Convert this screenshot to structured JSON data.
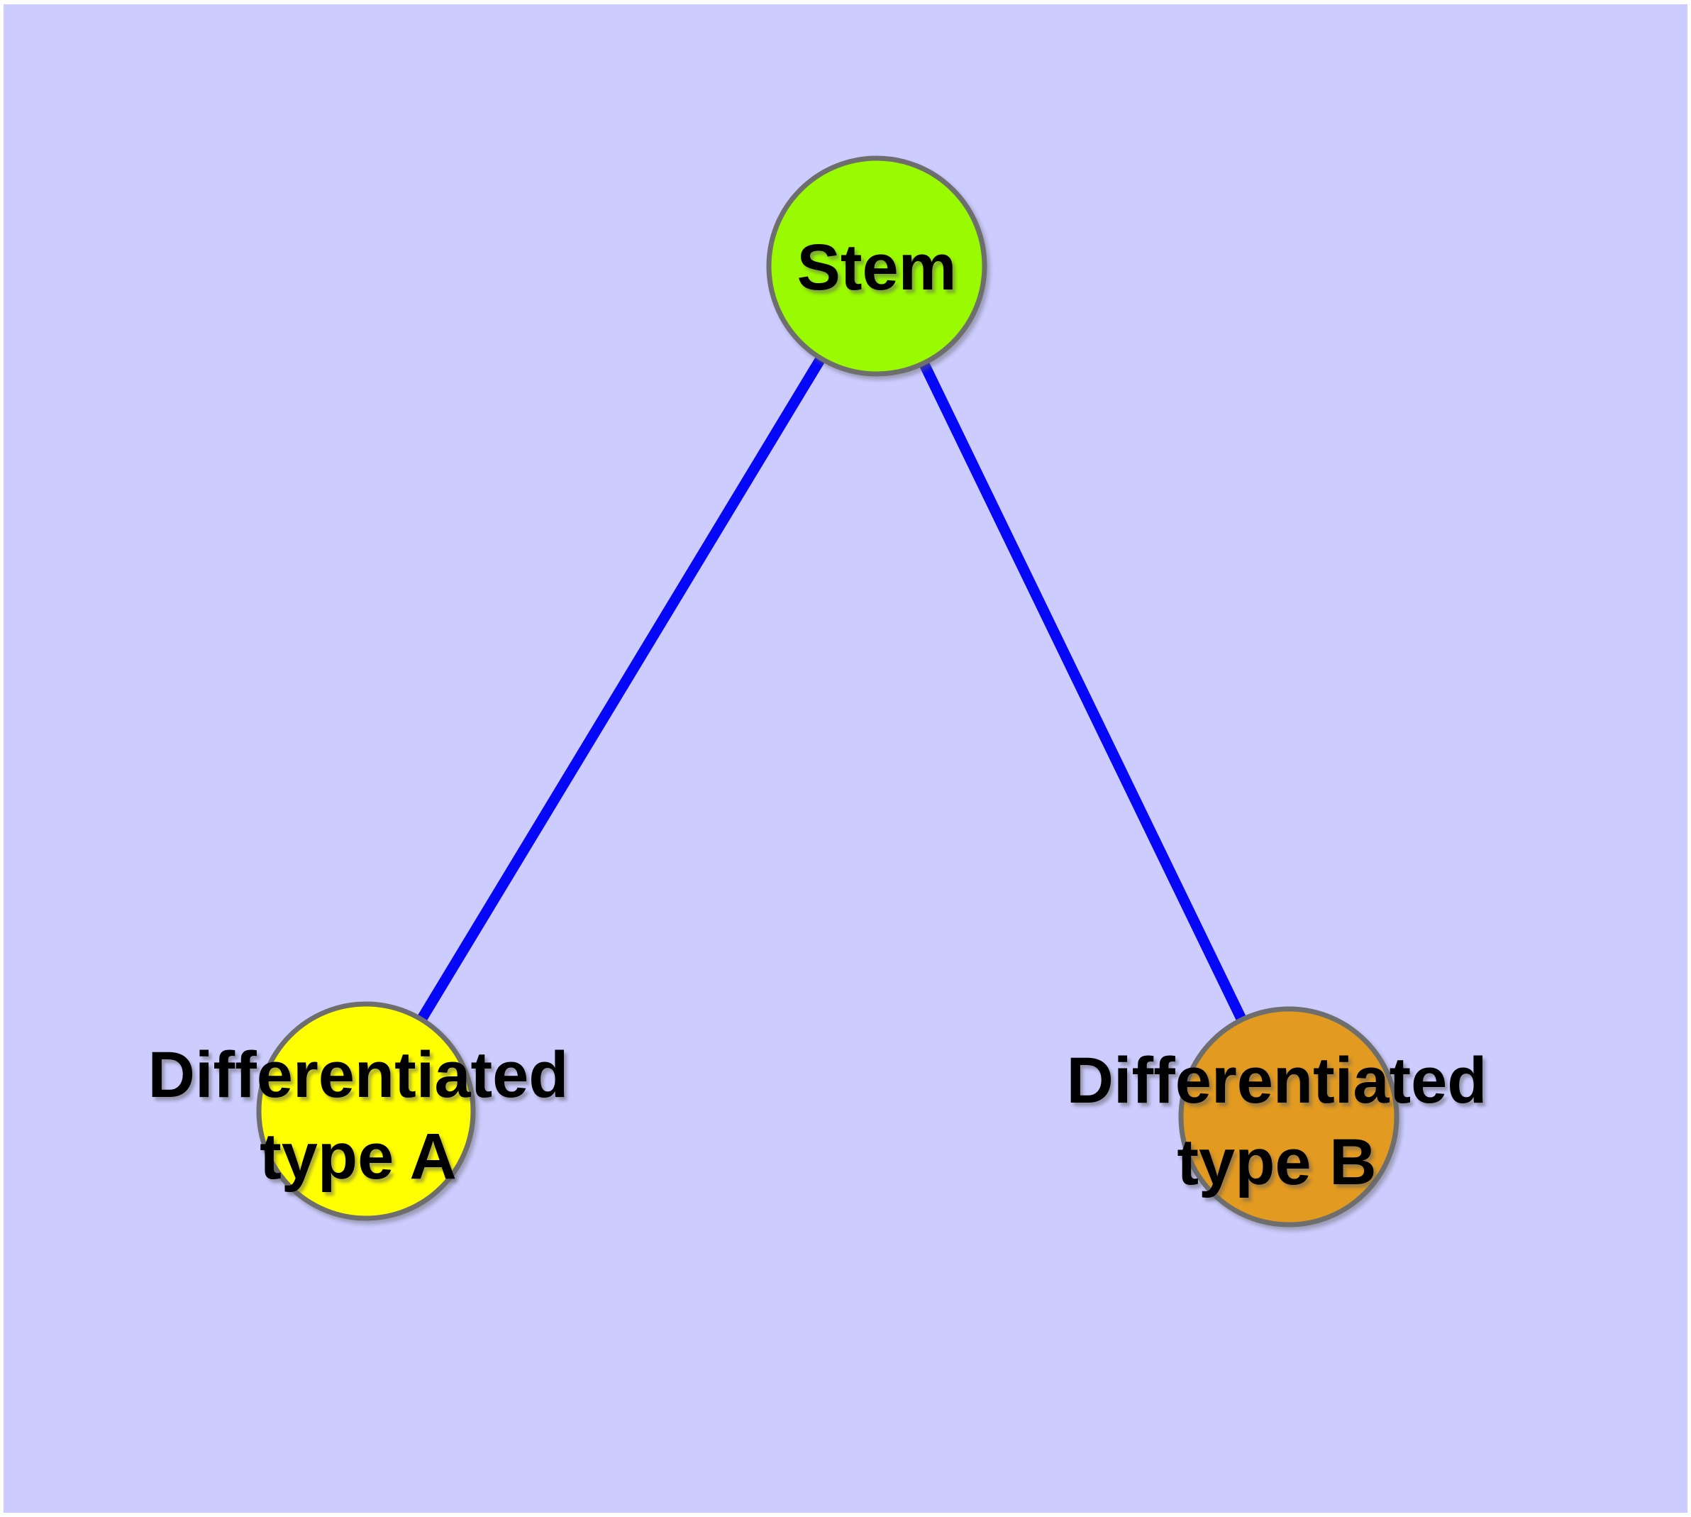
{
  "figure": {
    "type": "node-link-diagram",
    "margin_color": "#FFFFFF",
    "background_color": "#CCCCFF",
    "label_color": "#000000"
  },
  "edges": {
    "color": "#0707F7",
    "items": [
      {
        "from": "Stem",
        "to": "Differentiated type A"
      },
      {
        "from": "Stem",
        "to": "Differentiated type B"
      }
    ]
  },
  "nodes": [
    {
      "id": "stem",
      "label": "Stem",
      "label_lines": [
        "Stem"
      ],
      "fill": "#9AFB00",
      "border_color": "#6E6E6E"
    },
    {
      "id": "differentiated-type-a",
      "label": "Differentiated type A",
      "label_lines": [
        "Differentiated",
        "type A"
      ],
      "fill": "#FFFF00",
      "border_color": "#6E6E6E"
    },
    {
      "id": "differentiated-type-b",
      "label": "Differentiated type B",
      "label_lines": [
        "Differentiated",
        "type B"
      ],
      "fill": "#E29A20",
      "border_color": "#6E6E6E"
    }
  ]
}
